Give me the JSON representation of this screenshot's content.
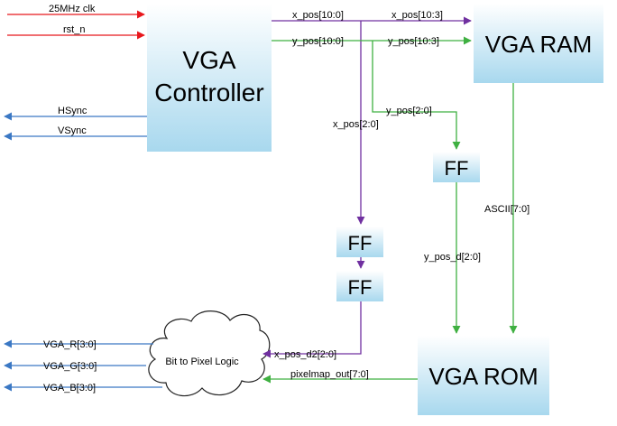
{
  "colors": {
    "block_top": "#ffffff",
    "block_bottom": "#a8d8ee",
    "red": "#e8171c",
    "blue": "#3b78c4",
    "purple": "#7030a0",
    "green": "#3fb041",
    "cloud_stroke": "#222222"
  },
  "blocks": {
    "vga_controller": {
      "line1": "VGA",
      "line2": "Controller"
    },
    "vga_ram": "VGA RAM",
    "vga_rom": "VGA ROM",
    "ff_y": "FF",
    "ff_x1": "FF",
    "ff_x2": "FF",
    "pixel_logic": "Bit to Pixel Logic"
  },
  "signals": {
    "clk": "25MHz clk",
    "rst": "rst_n",
    "hsync": "HSync",
    "vsync": "VSync",
    "x_pos_out": "x_pos[10:0]",
    "y_pos_out": "y_pos[10:0]",
    "x_pos_ram": "x_pos[10:3]",
    "y_pos_ram": "y_pos[10:3]",
    "y_pos_low": "y_pos[2:0]",
    "x_pos_low": "x_pos[2:0]",
    "ascii": "ASCII[7:0]",
    "y_pos_d": "y_pos_d[2:0]",
    "x_pos_d2": "x_pos_d2[2:0]",
    "pixelmap": "pixelmap_out[7:0]",
    "vga_r": "VGA_R[3:0]",
    "vga_g": "VGA_G[3:0]",
    "vga_b": "VGA_B[3:0]"
  }
}
